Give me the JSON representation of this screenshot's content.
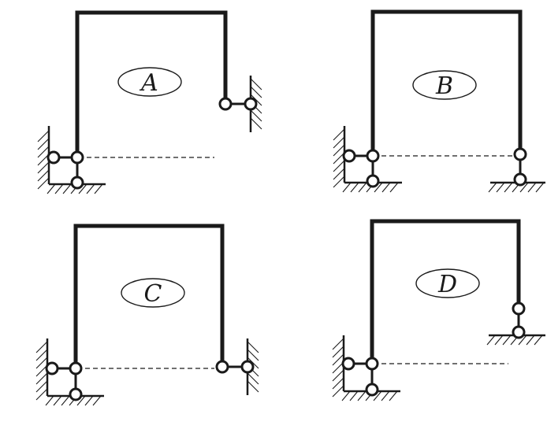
{
  "diagrams": [
    {
      "label": "A"
    },
    {
      "label": "B"
    },
    {
      "label": "C"
    },
    {
      "label": "D"
    }
  ],
  "colors": {
    "stroke": "#1a1a1a",
    "background": "#ffffff"
  }
}
